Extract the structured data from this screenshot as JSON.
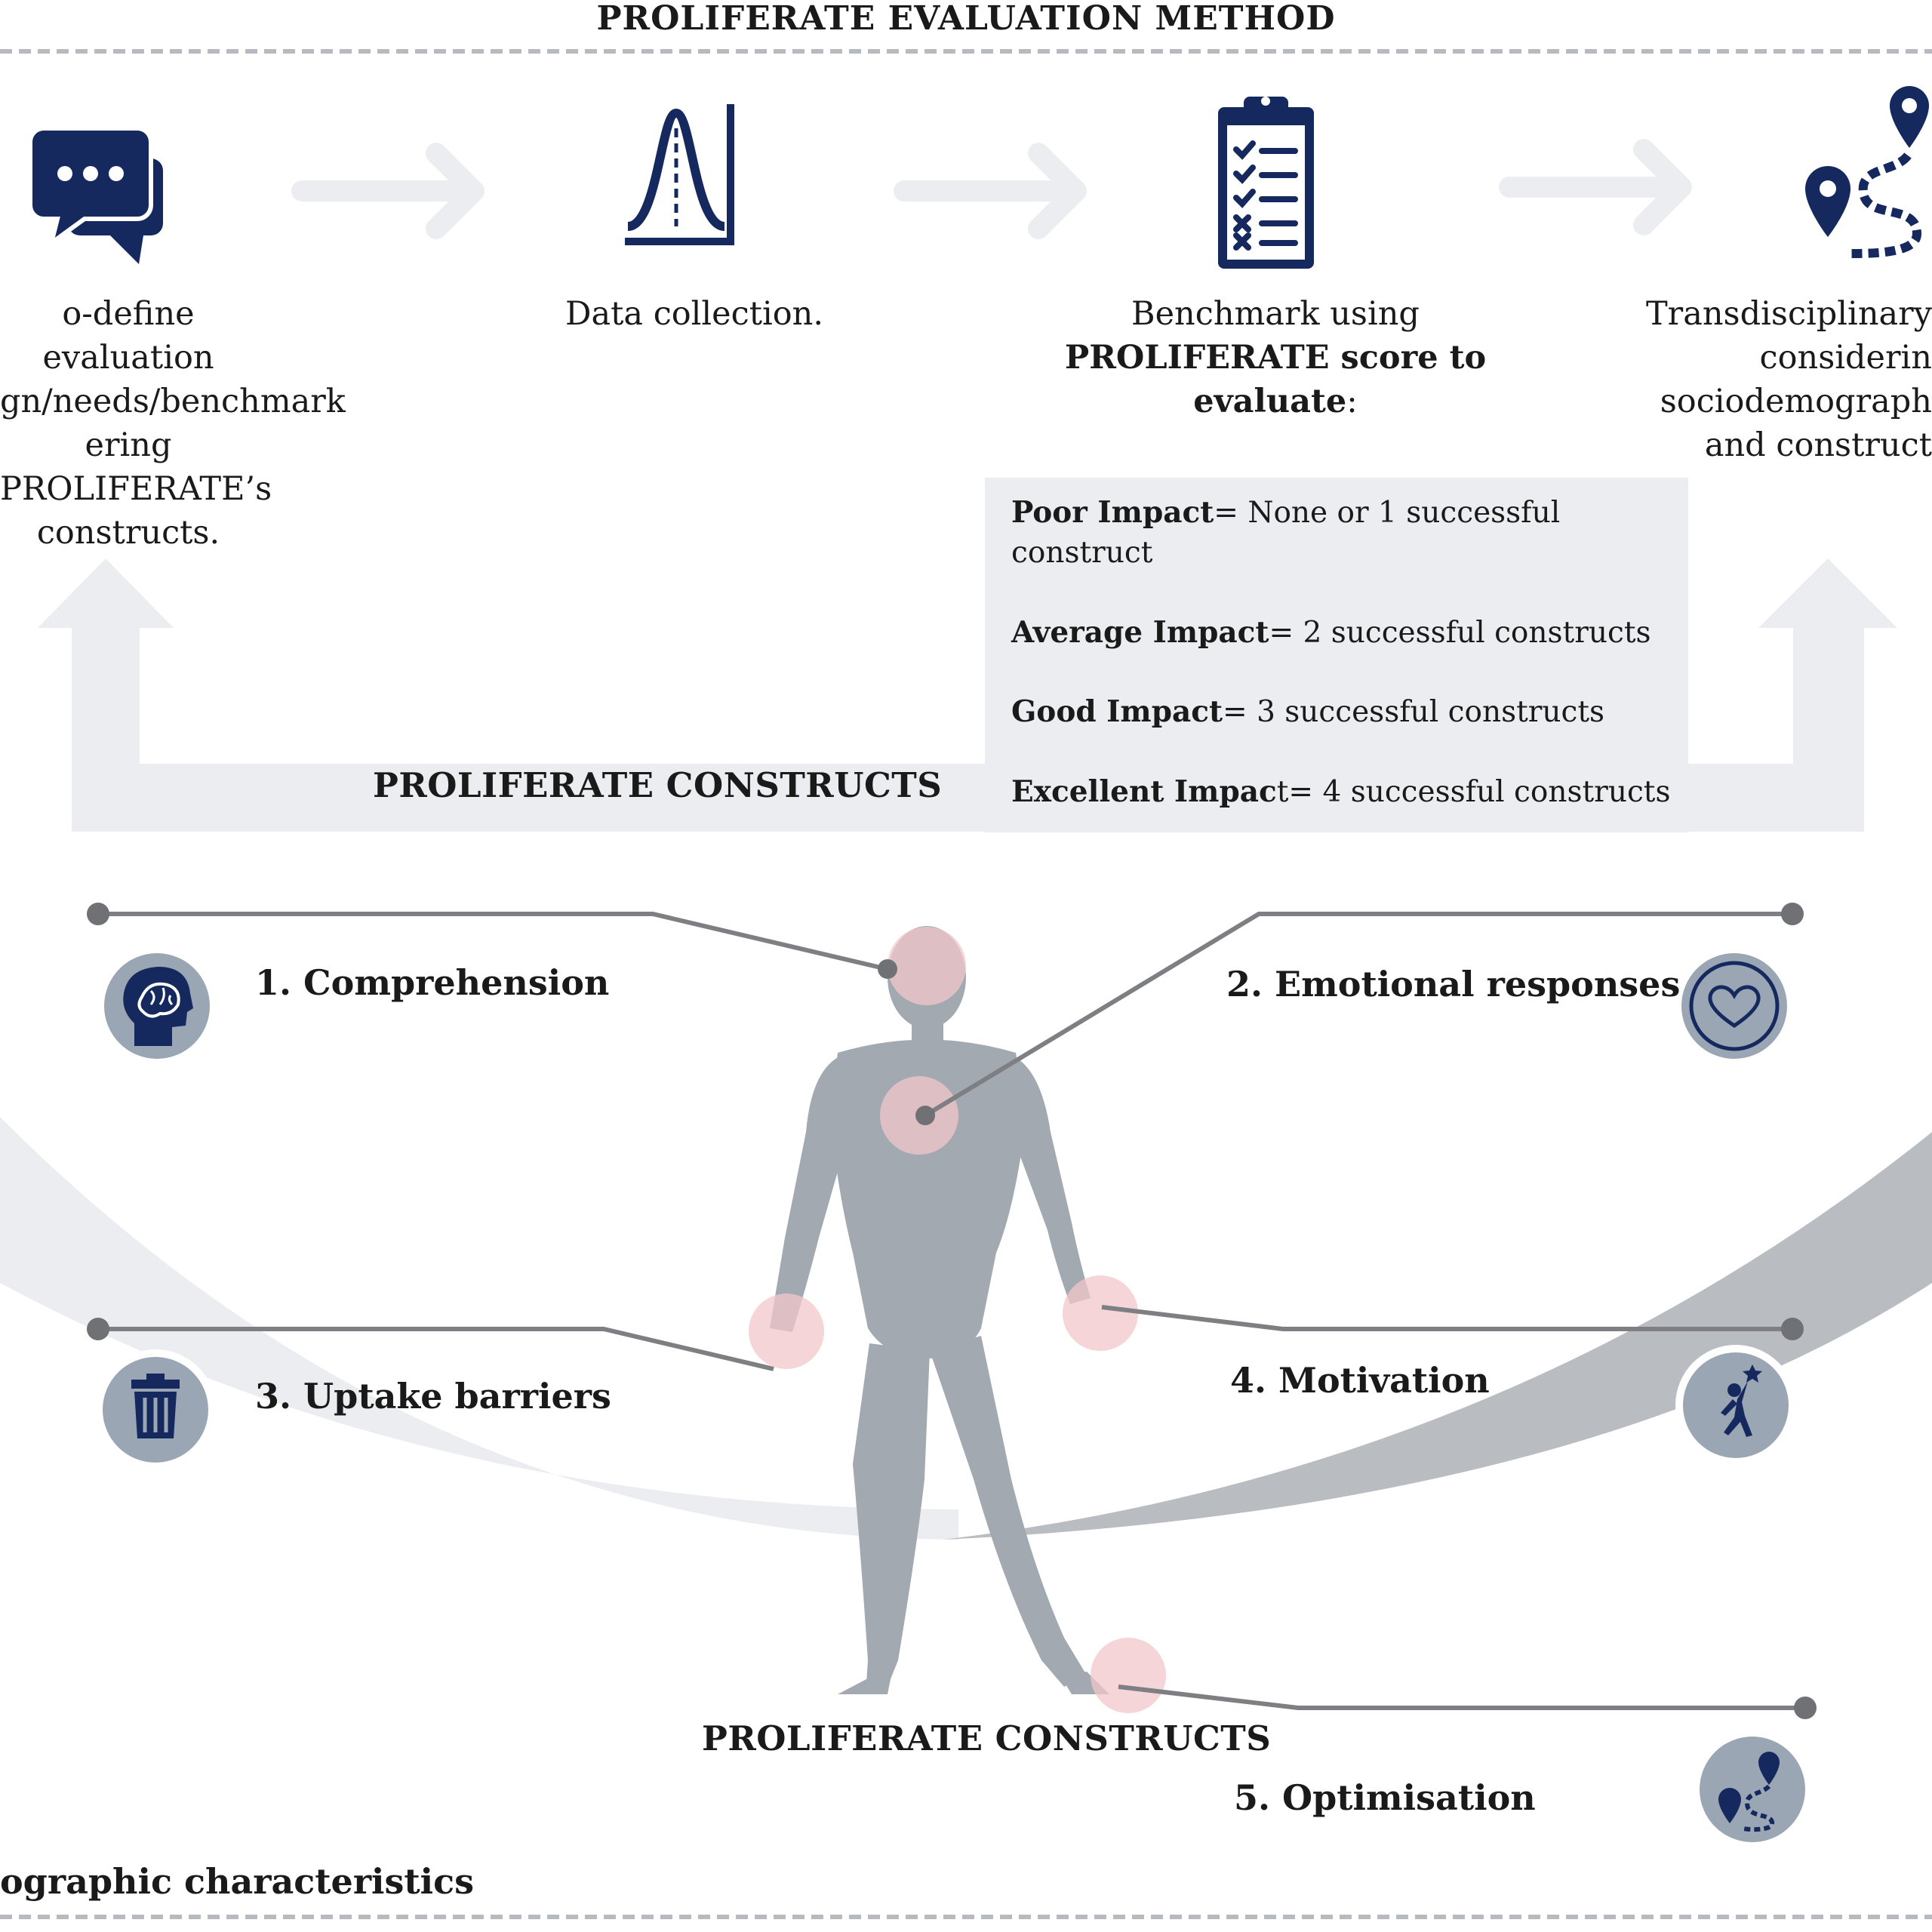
{
  "title": "PROLIFERATE EVALUATION METHOD",
  "steps": [
    {
      "icon": "speech-bubbles-icon",
      "lines": [
        "o-define evaluation",
        "gn/needs/benchmark",
        "ering PROLIFERATE’s",
        "constructs."
      ]
    },
    {
      "icon": "bell-curve-icon",
      "lines": [
        "Data collection."
      ]
    },
    {
      "icon": "clipboard-checklist-icon",
      "line1": "Benchmark using",
      "line2": "PROLIFERATE score to",
      "line3_bold": "evaluate",
      "line3_rest": ":"
    },
    {
      "icon": "map-route-icon",
      "lines": [
        "Transdisciplinary",
        "considerin",
        "sociodemograph",
        "and construct"
      ]
    }
  ],
  "score_box": [
    {
      "label": "Poor Impact",
      "text": "= None or 1 successful",
      "text2": "construct"
    },
    {
      "label": "Average Impact",
      "text": "= 2 successful constructs"
    },
    {
      "label": "Good Impact",
      "text": "= 3 successful constructs"
    },
    {
      "label": "Excellent Impac",
      "label_rest": "t",
      "text": "= 4 successful constructs"
    }
  ],
  "constructs_header_top": "PROLIFERATE CONSTRUCTS",
  "constructs_header_bottom": "PROLIFERATE CONSTRUCTS",
  "constructs": [
    {
      "label": "1. Comprehension",
      "icon": "brain-head-icon"
    },
    {
      "label": "2. Emotional responses",
      "icon": "heart-icon"
    },
    {
      "label": "3. Uptake barriers",
      "icon": "trash-bin-icon"
    },
    {
      "label": "4. Motivation",
      "icon": "reaching-star-icon"
    },
    {
      "label": "5. Optimisation",
      "icon": "map-route-icon"
    }
  ],
  "footer_text": "ographic characteristics",
  "colors": {
    "navy": "#15295e",
    "icon_circle": "#9aa6b4",
    "light_gray": "#ebedf0",
    "figure_gray": "#a3a9b0",
    "connector": "#7d7f83",
    "highlight_pink": "#f2c7cb"
  }
}
